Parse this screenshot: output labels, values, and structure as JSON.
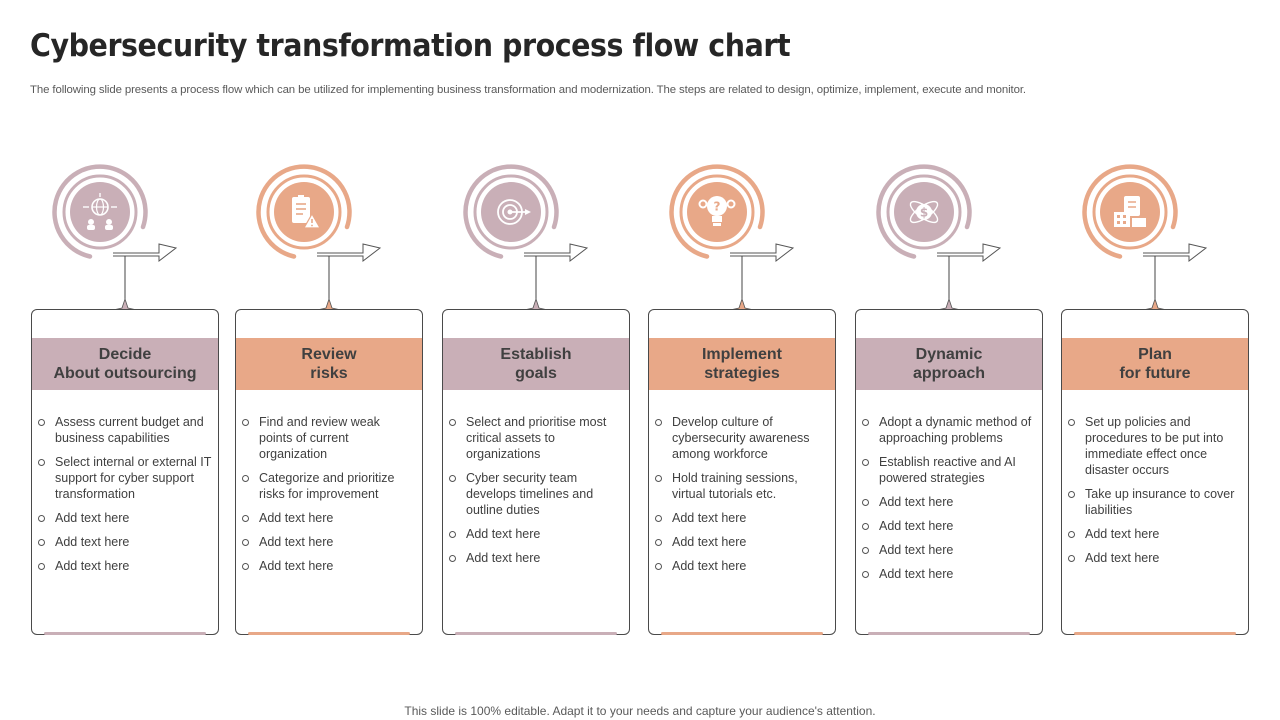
{
  "title": "Cybersecurity transformation process flow chart",
  "subtitle": "The following slide presents a process flow which can be utilized for implementing business transformation and modernization. The steps are related to design, optimize, implement, execute and monitor.",
  "footer": "This slide is 100% editable. Adapt it to your needs and capture your audience's attention.",
  "colors": {
    "mauve": "#c9afb7",
    "peach": "#e8a888",
    "outline": "#4a4a4a"
  },
  "steps": [
    {
      "theme": "mauve",
      "icon": "globe-network-icon",
      "heading": "Decide\nAbout outsourcing",
      "bullets": [
        "Assess current budget and business capabilities",
        "Select internal or external IT support for cyber support transformation",
        "Add text here",
        "Add text here",
        "Add text here"
      ]
    },
    {
      "theme": "peach",
      "icon": "checklist-warning-icon",
      "heading": "Review\nrisks",
      "bullets": [
        "Find and review  weak points of current organization",
        "Categorize and prioritize risks for improvement",
        "Add text here",
        "Add text here",
        "Add text here"
      ]
    },
    {
      "theme": "mauve",
      "icon": "target-icon",
      "heading": "Establish\ngoals",
      "bullets": [
        "Select and prioritise most critical assets to organizations",
        "Cyber security team develops timelines and outline duties",
        "Add text here",
        "Add text here"
      ]
    },
    {
      "theme": "peach",
      "icon": "lightbulb-gears-icon",
      "heading": "Implement\nstrategies",
      "bullets": [
        "Develop culture of cybersecurity awareness among workforce",
        "Hold training sessions, virtual tutorials etc.",
        "Add text here",
        "Add text here",
        "Add text here"
      ]
    },
    {
      "theme": "mauve",
      "icon": "dollar-atom-icon",
      "heading": "Dynamic\napproach",
      "bullets": [
        "Adopt a dynamic method of approaching problems",
        "Establish reactive  and AI powered strategies",
        "Add text here",
        "Add text here",
        "Add text here",
        "Add text here"
      ]
    },
    {
      "theme": "peach",
      "icon": "clipboard-building-icon",
      "heading": "Plan\nfor future",
      "bullets": [
        "Set up policies and procedures to be put into immediate effect once disaster occurs",
        "Take up insurance to cover liabilities",
        "Add text here",
        "Add text here"
      ]
    }
  ]
}
